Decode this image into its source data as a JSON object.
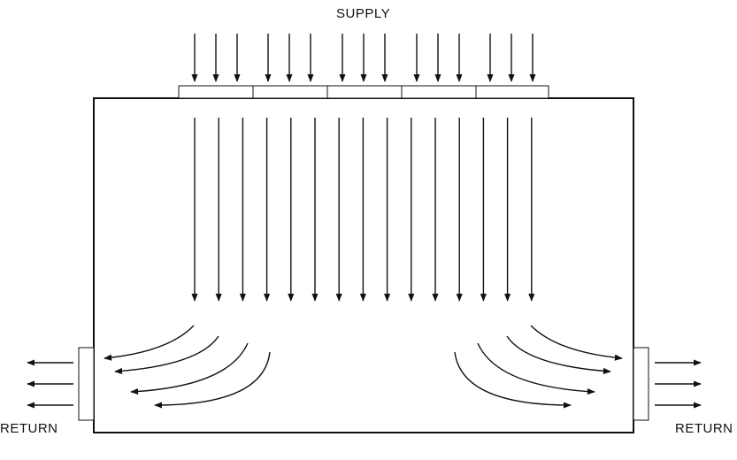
{
  "labels": {
    "supply": "SUPPLY",
    "return_left": "RETURN",
    "return_right": "RETURN"
  },
  "colors": {
    "stroke": "#111111",
    "fill": "#ffffff"
  }
}
